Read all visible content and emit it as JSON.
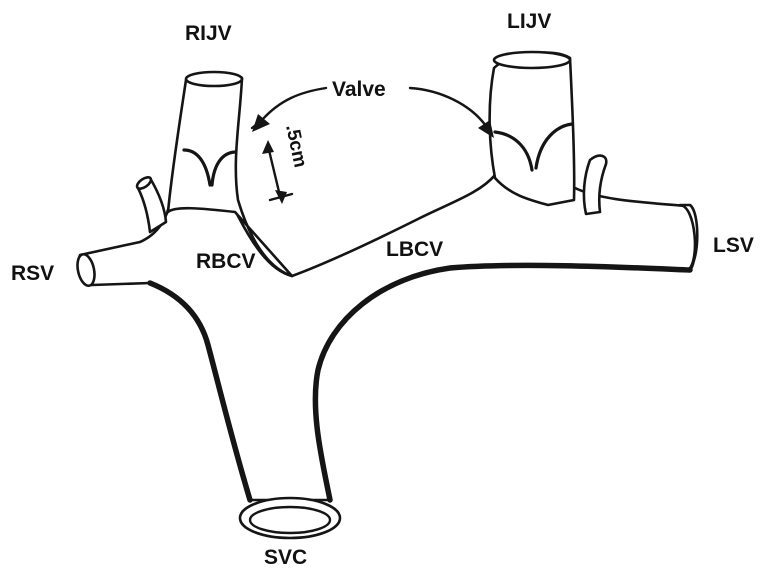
{
  "labels": {
    "rijv": "RIJV",
    "lijv": "LIJV",
    "valve": "Valve",
    "measure": ".5cm",
    "rbcv": "RBCV",
    "lbcv": "LBCV",
    "rsv": "RSV",
    "lsv": "LSV",
    "svc": "SVC"
  },
  "colors": {
    "ink": "#151515",
    "background": "#ffffff"
  }
}
